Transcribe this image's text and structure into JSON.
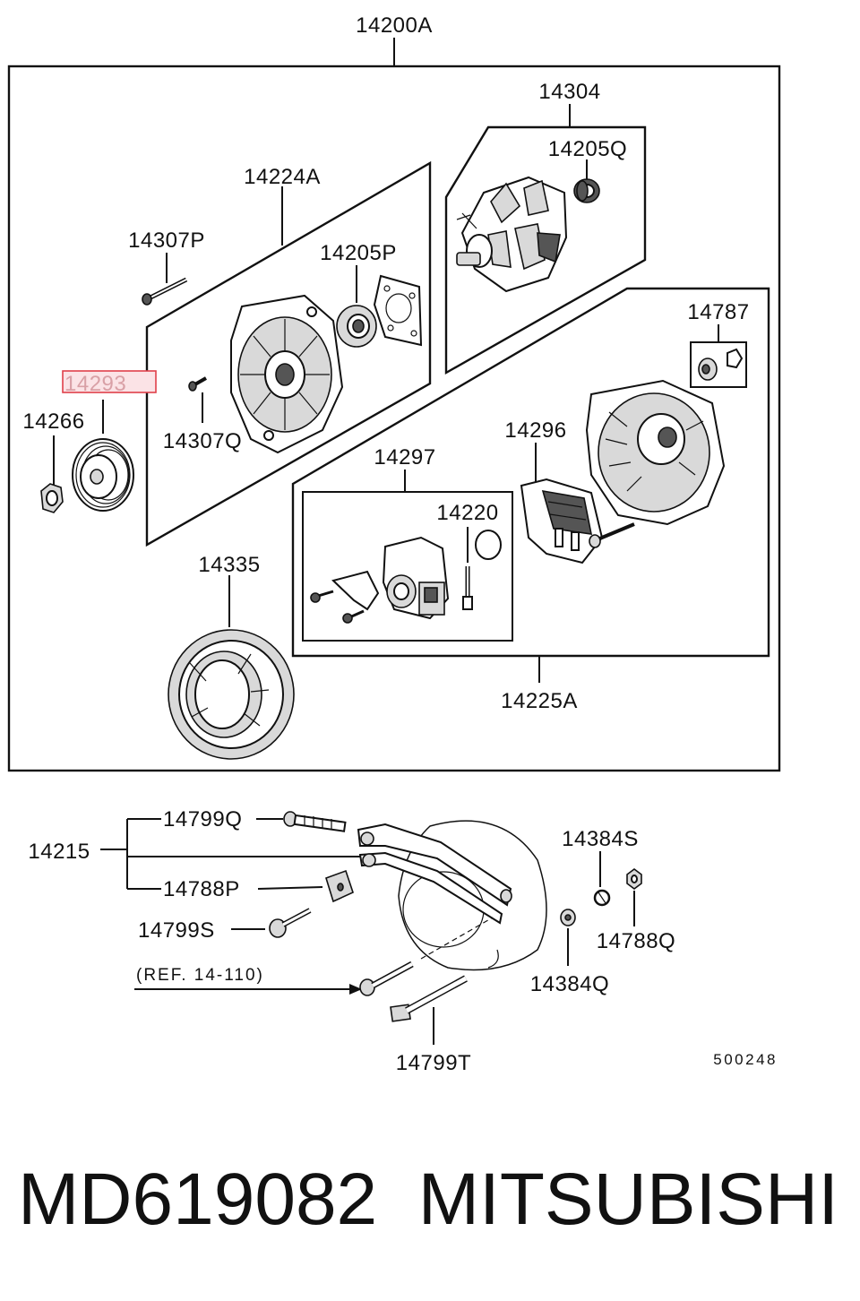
{
  "labels": {
    "assembly": "14200A",
    "rotor": "14304",
    "rotor_bearing": "14205Q",
    "front_bracket": "14224A",
    "front_bearing": "14205P",
    "bolt_p": "14307P",
    "pulley_highlighted": "14293",
    "nut": "14266",
    "screw_q": "14307Q",
    "terminal_set": "14787",
    "rectifier": "14296",
    "regulator_set": "14297",
    "brush": "14220",
    "stator": "14335",
    "rear_bracket": "14225A",
    "bracket_group": "14215",
    "bolt_799q": "14799Q",
    "block_788p": "14788P",
    "bolt_799s": "14799S",
    "reference": "(REF. 14-110)",
    "bolt_799t": "14799T",
    "washer_384s": "14384S",
    "nut_788q": "14788Q",
    "washer_384q": "14384Q",
    "diagram_id": "500248"
  },
  "footer": {
    "part_number": "MD619082",
    "brand": "MITSUBISHI"
  },
  "colors": {
    "highlight_border": "#e0404a",
    "highlight_fill": "#fbe3e6"
  }
}
